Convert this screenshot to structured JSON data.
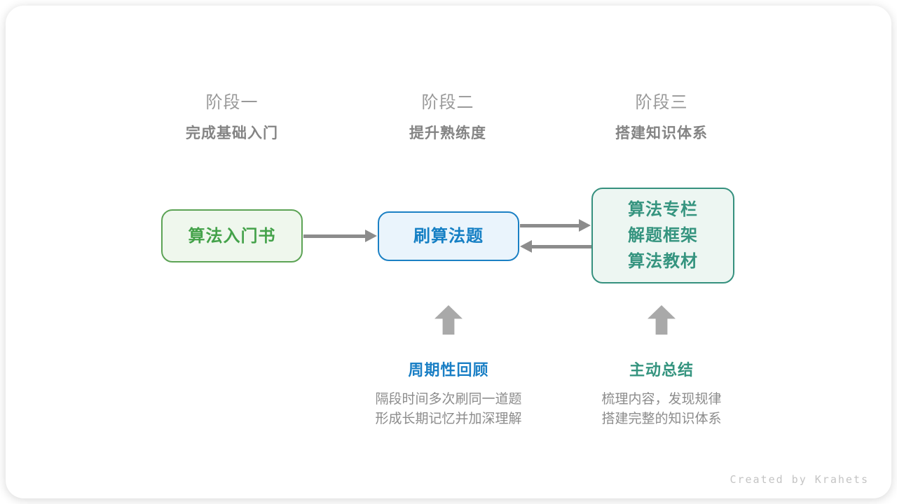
{
  "stages": [
    {
      "label": "阶段一",
      "subtitle": "完成基础入门"
    },
    {
      "label": "阶段二",
      "subtitle": "提升熟练度"
    },
    {
      "label": "阶段三",
      "subtitle": "搭建知识体系"
    }
  ],
  "nodes": [
    {
      "name": "intro-book",
      "lines": [
        "算法入门书"
      ]
    },
    {
      "name": "practice-problems",
      "lines": [
        "刷算法题"
      ]
    },
    {
      "name": "knowledge-resources",
      "lines": [
        "算法专栏",
        "解题框架",
        "算法教材"
      ]
    }
  ],
  "annotations": [
    {
      "title": "周期性回顾",
      "lines": [
        "隔段时间多次刷同一道题",
        "形成长期记忆并加深理解"
      ]
    },
    {
      "title": "主动总结",
      "lines": [
        "梳理内容，发现规律",
        "搭建完整的知识体系"
      ]
    }
  ],
  "footer": {
    "credit": "Created by Krahets"
  },
  "colors": {
    "node_green_border": "#5ca355",
    "node_green_bg": "#eff7ed",
    "node_green_text": "#44a24a",
    "node_blue_border": "#1b80c4",
    "node_blue_bg": "#eaf4fc",
    "node_blue_text": "#157fc4",
    "node_teal_border": "#35907e",
    "node_teal_bg": "#edf6f2",
    "node_teal_text": "#35947f",
    "arrow_gray": "#8c8c8c",
    "up_arrow_gray": "#a9a9a9",
    "stage_label_gray": "#999999",
    "stage_subtitle_gray": "#848484",
    "annotation_text_gray": "#8c8c8c",
    "footer_gray": "#c4c4c4"
  }
}
